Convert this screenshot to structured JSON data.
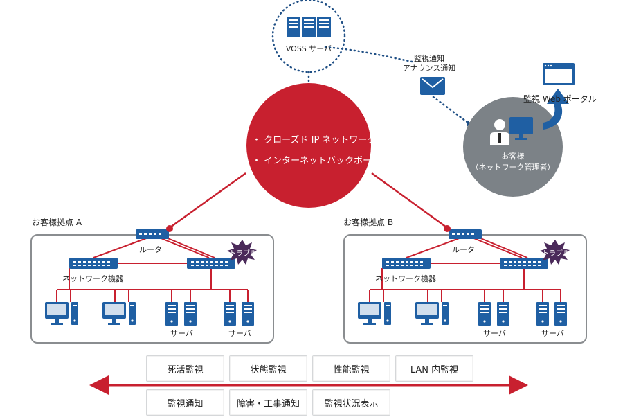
{
  "server": {
    "label": "VOSS サーバ"
  },
  "notification": {
    "line1": "監視通知",
    "line2": "アナウンス通知"
  },
  "portal": {
    "label": "監視 Web ポータル"
  },
  "cloud": {
    "item1": "・ クローズド IP ネットワーク",
    "item2": "・ インターネットバックボーン"
  },
  "customer": {
    "line1": "お客様",
    "line2": "（ネットワーク管理者）"
  },
  "site_a": {
    "title": "お客様拠点 A",
    "router": "ルータ",
    "network_device": "ネットワーク機器",
    "trouble": "トラブル",
    "server1": "サーバ",
    "server2": "サーバ"
  },
  "site_b": {
    "title": "お客様拠点 B",
    "router": "ルータ",
    "network_device": "ネットワーク機器",
    "trouble": "トラブル",
    "server1": "サーバ",
    "server2": "サーバ"
  },
  "services_row1": [
    "死活監視",
    "状態監視",
    "性能監視",
    "LAN 内監視"
  ],
  "services_row2": [
    "監視通知",
    "障害・工事通知",
    "監視状況表示"
  ],
  "colors": {
    "red": "#c8202f",
    "blue": "#1f5fa3",
    "gray": "#7c8287",
    "dark_gray": "#6d7175"
  }
}
